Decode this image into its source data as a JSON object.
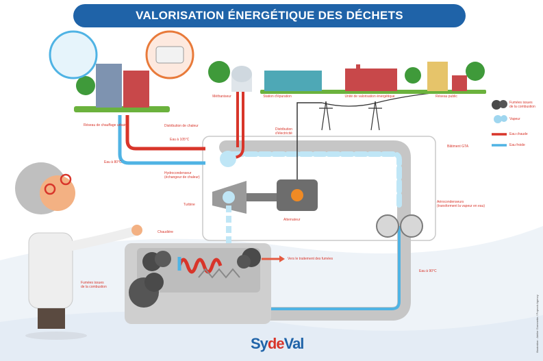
{
  "title": "VALORISATION ÉNERGÉTIQUE DES DÉCHETS",
  "labels": {
    "reseau_chauffage": "Réseau de chauffage urbain",
    "distribution_chaleur": "Distribution de chaleur",
    "methaniseur": "Méthaniseur",
    "station_epuration": "Station d'épuration",
    "unite_valorisation": "Unité de valorisation énergétique",
    "reseau_public": "Réseau public",
    "distribution_electricite_1": "Distribution",
    "distribution_electricite_2": "d'électricité",
    "batiment_gta": "Bâtiment GTA",
    "eau_105": "Eau à 105°C",
    "eau_80": "Eau à 80°C",
    "hydrocondenseur_1": "Hydrocondenseur",
    "hydrocondenseur_2": "(échangeur de chaleur)",
    "turbine": "Turbine",
    "alternateur": "Alternateur",
    "aerocondenseurs_1": "Aérocondenseurs",
    "aerocondenseurs_2": "(transforment la vapeur en eau)",
    "chaudiere": "Chaudière",
    "vers_traitement": "Vers le traitement des fumées",
    "fumees_1": "Fumées issues",
    "fumees_2": "de la combustion",
    "eau_90": "Eau à 90°C"
  },
  "legend": [
    {
      "icon": "smoke-icon",
      "line1": "Fumées issues",
      "line2": "de la combustion",
      "color": "#4a4a4a"
    },
    {
      "icon": "steam-icon",
      "line1": "Vapeur",
      "line2": "",
      "color": "#9fd6ef"
    },
    {
      "icon": "hot-water-line-icon",
      "line1": "Eau chaude",
      "line2": "",
      "color": "#d8352a"
    },
    {
      "icon": "cold-water-line-icon",
      "line1": "Eau froide",
      "line2": "",
      "color": "#4fb3e4"
    }
  ],
  "logo": {
    "part1": "Sy",
    "part2": "de",
    "part3": "Val"
  },
  "credit": "Illustration : Atelier Gommette / Poprock Agency",
  "colors": {
    "title_bg": "#1f63a8",
    "hot": "#d8352a",
    "cold": "#4fb3e4",
    "steam": "#9fd6ef",
    "building_gray": "#cfcfcf"
  }
}
